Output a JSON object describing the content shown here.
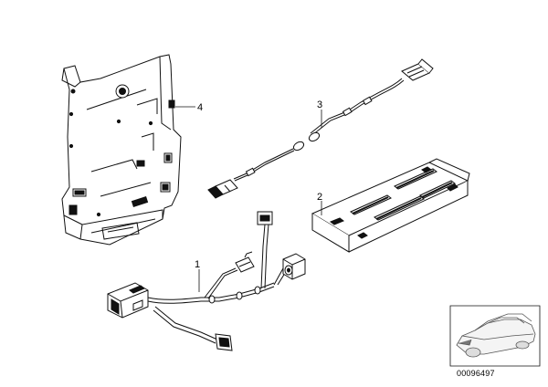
{
  "callouts": {
    "p1": "1",
    "p2": "2",
    "p3": "3",
    "p4": "4"
  },
  "reference_number": "00096497"
}
